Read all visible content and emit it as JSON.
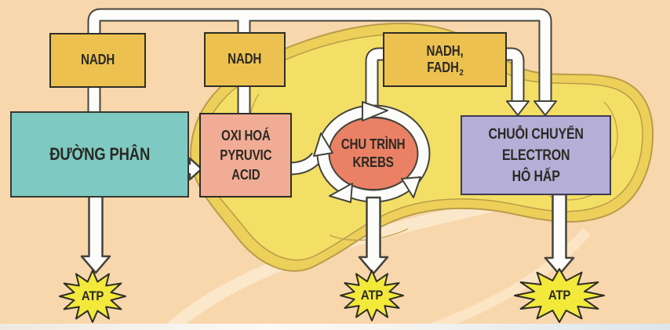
{
  "figure": {
    "description": "Cellular respiration diagram (Vietnamese textbook): glycolysis, pyruvate oxidation, Krebs cycle and electron transport chain inside a mitochondrion",
    "nodes": {
      "nadh1": {
        "label": "NADH"
      },
      "nadh2": {
        "label": "NADH"
      },
      "nadh_fadh2": {
        "line1": "NADH,",
        "line2": "FADH",
        "line2_sub": "2"
      },
      "glycolysis": {
        "label": "ĐƯỜNG PHÂN"
      },
      "pyruvate_oxidation": {
        "line1": "OXI HOÁ",
        "line2": "PYRUVIC",
        "line3": "ACID"
      },
      "krebs": {
        "line1": "CHU TRÌNH",
        "line2": "KREBS"
      },
      "etc": {
        "line1": "CHUỖI CHUYỂN",
        "line2": "ELECTRON",
        "line3": "HÔ HẤP"
      },
      "atp1": {
        "label": "ATP"
      },
      "atp2": {
        "label": "ATP"
      },
      "atp3": {
        "label": "ATP"
      }
    },
    "colors": {
      "background": "#f8d7ad",
      "nadh_box": "#ecc14f",
      "glycolysis_box": "#7ecac3",
      "pyruvate_box": "#f1ac95",
      "krebs_circle": "#ea8165",
      "etc_box": "#b5afd8",
      "atp_star": "#f2e93b",
      "mitochondrion": "#f4df66",
      "pipe_fill": "#fcfcfa",
      "pipe_outline": "#45443c"
    }
  }
}
